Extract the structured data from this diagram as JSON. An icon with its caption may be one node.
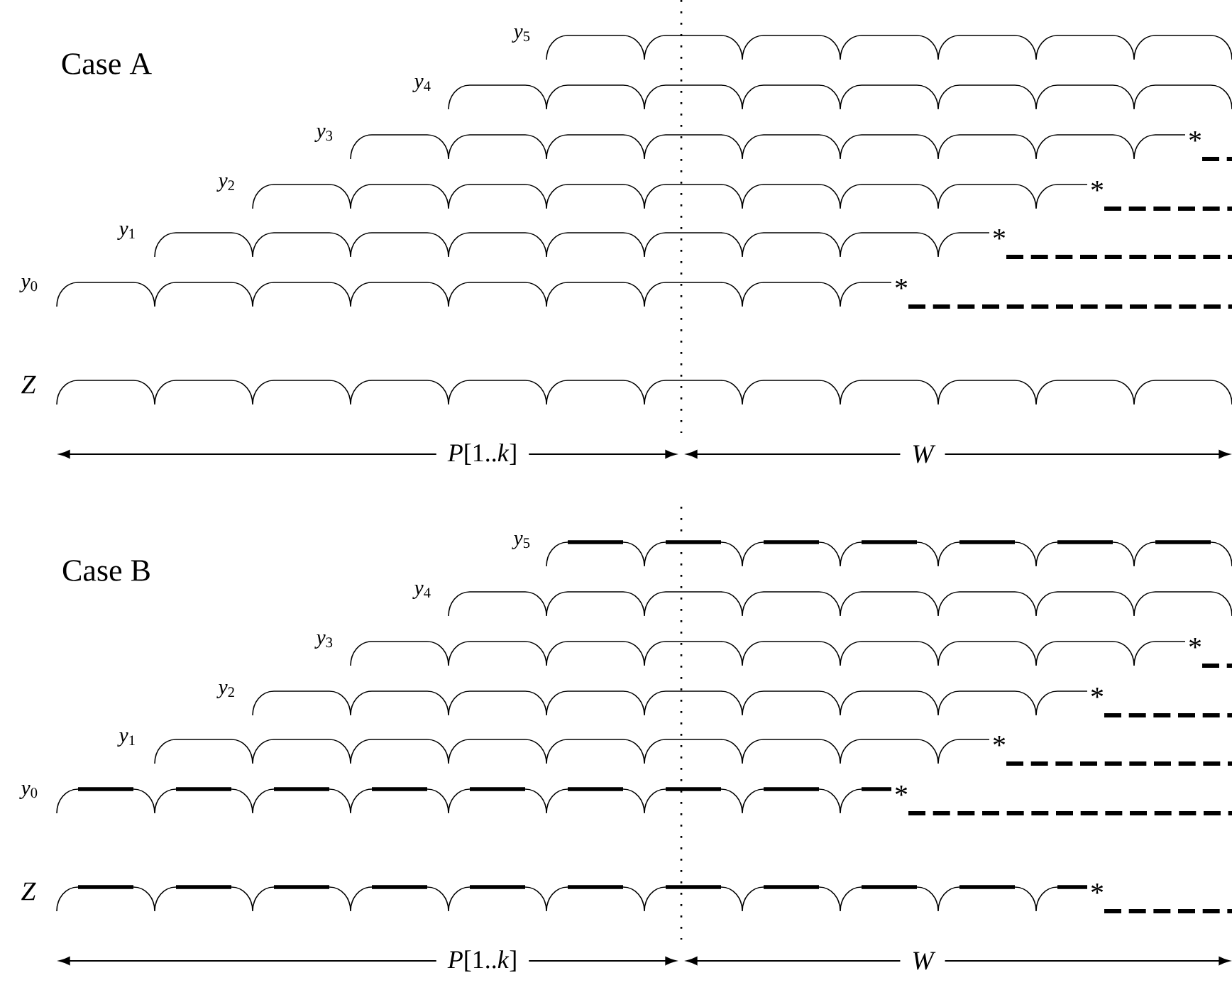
{
  "diagram": {
    "labels": [
      "*y*$_{5}$",
      "Case A",
      "*y*$_{4}$",
      "*y*$_{3}$",
      "*",
      "*y*$_{2}$",
      "*",
      "*y*$_{1}$",
      "*",
      "*y*$_{0}$",
      "*",
      "Z",
      "*P*[1..*k*]",
      "W",
      "*y*$_{5}$",
      "Case B",
      "*y*$_{4}$",
      "*y*$_{3}$",
      "*",
      "*y*$_{2}$",
      "*",
      "*y*$_{1}$",
      "*",
      "*y*$_{0}$",
      "*",
      "Z",
      "*",
      "*P*[1..*k*]",
      "W"
    ]
  }
}
